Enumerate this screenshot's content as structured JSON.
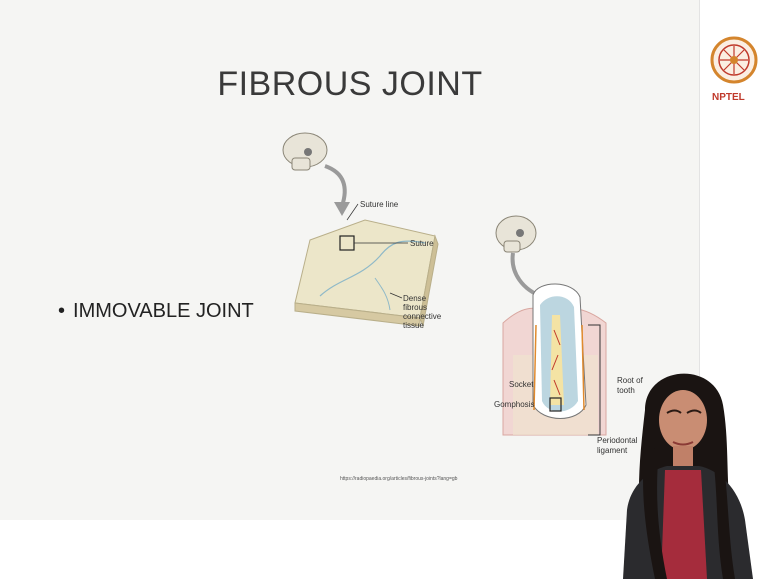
{
  "slide": {
    "title": "FIBROUS JOINT",
    "bullet": "IMMOVABLE JOINT",
    "bullet_marker": "•",
    "source_url": "https://radiopaedia.org/articles/fibrous-joints?lang=gb"
  },
  "suture_figure": {
    "labels": {
      "suture_line": "Suture line",
      "suture": "Suture",
      "dense": "Dense",
      "fibrous": "fibrous",
      "connective": "connective",
      "tissue": "tissue"
    }
  },
  "tooth_figure": {
    "labels": {
      "socket": "Socket",
      "gomphosis": "Gomphosis",
      "root_of": "Root of",
      "tooth": "tooth",
      "periodontal": "Periodontal",
      "ligament": "ligament"
    }
  },
  "logo": {
    "text": "NPTEL",
    "color": "#c0392b"
  }
}
